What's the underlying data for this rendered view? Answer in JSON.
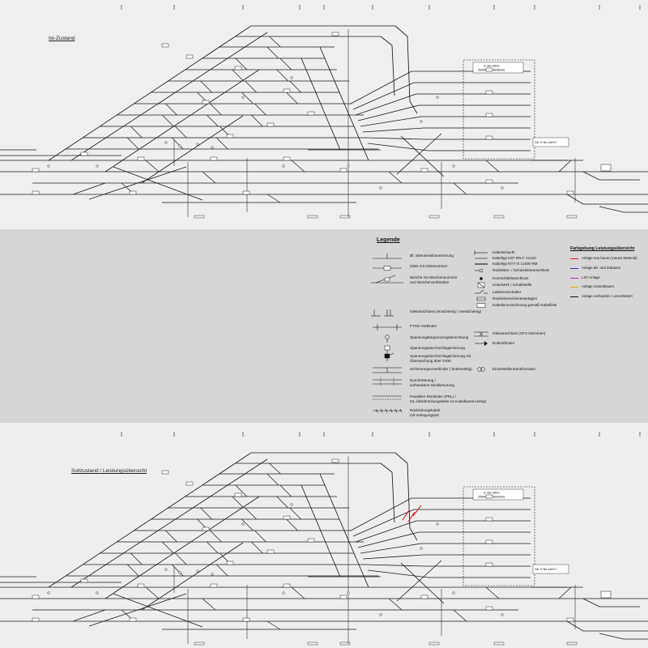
{
  "panels": {
    "ist": {
      "title": "Ist-Zustand"
    },
    "soll": {
      "title": "Sollzustand / Leistungsübersicht"
    }
  },
  "drawing_labels": {
    "station_box_line1": "S~Bw Uttins",
    "station_box_line2": "25080 (Werkstabteil)",
    "track_box": "Gel. 5~Bw 44/D17"
  },
  "colors": {
    "track": "#1a1a1a",
    "new_build": "#e01818"
  },
  "legend": {
    "title": "Legende",
    "symbols_left": [
      {
        "icon": "km-marker-icon",
        "lines": [
          "Bf. Streckenkilometrierung"
        ]
      },
      {
        "icon": "track-number-icon",
        "lines": [
          "Gleis mit Gleisnummer"
        ]
      },
      {
        "icon": "switch-icon",
        "lines": [
          "Weiche mit Weichennummer",
          "und Weichenverbindern"
        ]
      },
      {
        "icon": "siding-connection-icon",
        "lines": [
          "Gleisanschluss (einschienig / zweischienig)"
        ]
      },
      {
        "icon": "ftgs-connector-icon",
        "lines": [
          "FTGS-Verbinder"
        ]
      },
      {
        "icon": "voltage-limiter-icon",
        "lines": [
          "Spannungsbegrenzungseinrichtung"
        ]
      },
      {
        "icon": "voltage-fuse-icon",
        "lines": [
          "Spannungsdurchschlagsicherung"
        ]
      },
      {
        "icon": "voltage-fuse-gsm-icon",
        "lines": [
          "Spannungsdurchschlagsicherung mit",
          "Überwachung über GSM"
        ]
      },
      {
        "icon": "rail-cross-bond-icon",
        "lines": [
          "Schienenquerverbinder ( bodenseitig)"
        ]
      },
      {
        "icon": "track-crossing-icon",
        "lines": [
          "Durchörterung /",
          "vorhandene Gleiskreuzung"
        ]
      },
      {
        "icon": "parallel-return-conductor-icon",
        "lines": [
          "Paralleler Rückleiter (PRL) /",
          "OL-Überbrückungsleiter im Kabelkanal verlegt"
        ]
      },
      {
        "icon": "return-cable-icon",
        "lines": [
          "Rückleitungskabel",
          "mit Verlegungsart"
        ]
      }
    ],
    "symbols_middle": [
      {
        "icon": "cable-shaft-icon",
        "lines": [
          "Kabelschacht"
        ]
      },
      {
        "icon": "cable-type-a-icon",
        "lines": [
          "Kabeltyp H07 RN-F 1x120"
        ]
      },
      {
        "icon": "cable-type-b-icon",
        "lines": [
          "Kabeltyp NYY-O 1x300 RM"
        ]
      },
      {
        "icon": "return-conductor-connection-icon",
        "lines": [
          "Rückleiter- / Schutzleiteranschluss"
        ]
      },
      {
        "icon": "short-circuit-connection-icon",
        "lines": [
          "Kurzschließanschluss"
        ]
      },
      {
        "icon": "substation-icon",
        "lines": [
          "Unterwerk / Schaltstelle"
        ]
      },
      {
        "icon": "load-switch-icon",
        "lines": [
          "Lasttrennschalter"
        ]
      },
      {
        "icon": "return-busbar-icon",
        "lines": [
          "Rückleiterschienenanlagen"
        ]
      },
      {
        "icon": "cable-label-icon",
        "lines": [
          "Kabelkennzeichnung gemäß Kabelliste"
        ]
      },
      {
        "icon": "track-connection-gfx-icon",
        "lines": [
          "Gleisanschluss (GFX Klemmen)"
        ]
      },
      {
        "icon": "end-connector-icon",
        "lines": [
          "Endverbinder"
        ]
      },
      {
        "icon": "single-point-transformer-icon",
        "lines": [
          "Einzelstellentransformator"
        ]
      }
    ],
    "color_key": {
      "title": "Farbgebung Leistungsübersicht",
      "items": [
        {
          "label": "Anlage neu bauen (neues Material)",
          "color": "#e01818"
        },
        {
          "label": "Anlage ab- und anbauen",
          "color": "#2030d0"
        },
        {
          "label": "LST-Anlage",
          "color": "#c020c8"
        },
        {
          "label": "Anlage zurückbauen",
          "color": "#e8a800"
        },
        {
          "label": "Anlage vorhanden / unverändert",
          "color": "#111111"
        }
      ]
    }
  }
}
